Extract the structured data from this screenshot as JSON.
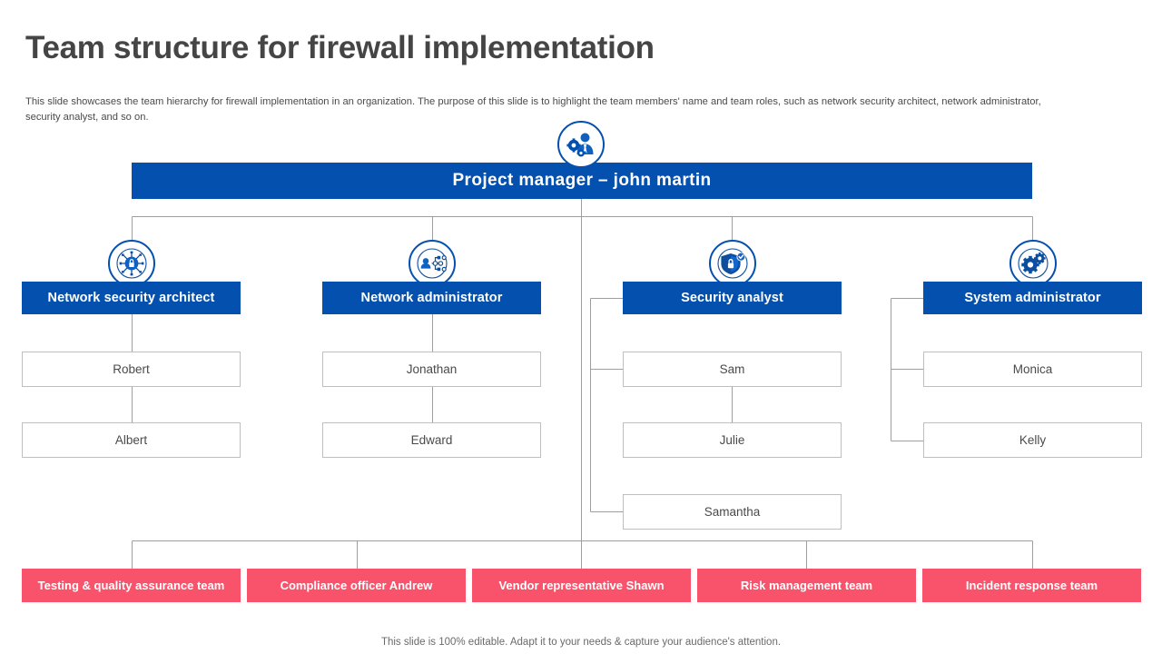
{
  "slide": {
    "title": "Team structure for firewall implementation",
    "subtitle": "This slide showcases the team hierarchy for firewall implementation in an organization. The purpose of this slide is to highlight the team members' name and team roles, such as network security architect, network administrator, security analyst, and so on.",
    "footer": "This slide is 100% editable. Adapt it to your needs & capture your audience's attention."
  },
  "colors": {
    "primary_blue": "#0450ae",
    "accent_pink": "#f9536b",
    "box_border": "#bfbfbf",
    "connector": "#9e9e9e",
    "title_text": "#454545",
    "body_text": "#4a4a4a"
  },
  "org": {
    "root": {
      "label": "Project manager – john martin",
      "icon": "manager-gear-icon"
    },
    "branches": [
      {
        "role": "Network security architect",
        "icon": "network-lock-icon",
        "members": [
          "Robert",
          "Albert"
        ]
      },
      {
        "role": "Network administrator",
        "icon": "user-network-icon",
        "members": [
          "Jonathan",
          "Edward"
        ]
      },
      {
        "role": "Security analyst",
        "icon": "shield-lock-check-icon",
        "members": [
          "Sam",
          "Julie",
          "Samantha"
        ]
      },
      {
        "role": "System administrator",
        "icon": "gears-icon",
        "members": [
          "Monica",
          "Kelly"
        ]
      }
    ],
    "support_teams": [
      "Testing & quality assurance team",
      "Compliance officer Andrew",
      "Vendor representative Shawn",
      "Risk management team",
      "Incident response team"
    ]
  }
}
